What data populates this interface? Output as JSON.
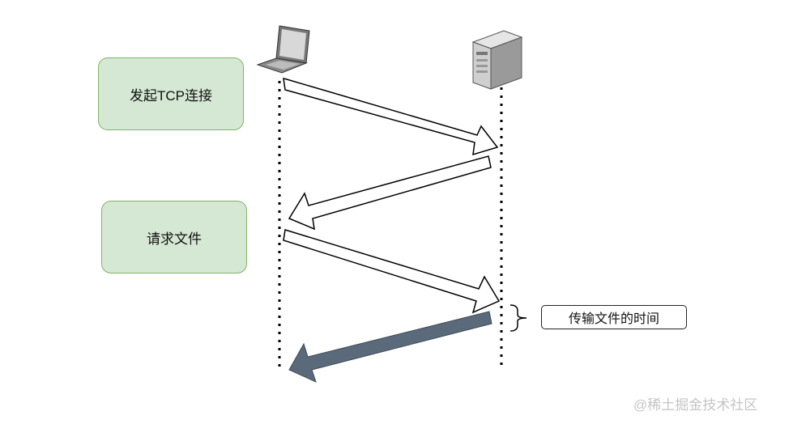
{
  "steps": {
    "tcp_connect": "发起TCP连接",
    "request_file": "请求文件"
  },
  "annotation": {
    "transfer_time": "传输文件的时间"
  },
  "watermark": "@稀土掘金技术社区",
  "colors": {
    "step_fill": "#d5e8d4",
    "step_border": "#82b366",
    "file_transfer_arrow": "#5a6a7a"
  },
  "icons": {
    "client": "laptop-icon",
    "server": "server-tower-icon"
  }
}
